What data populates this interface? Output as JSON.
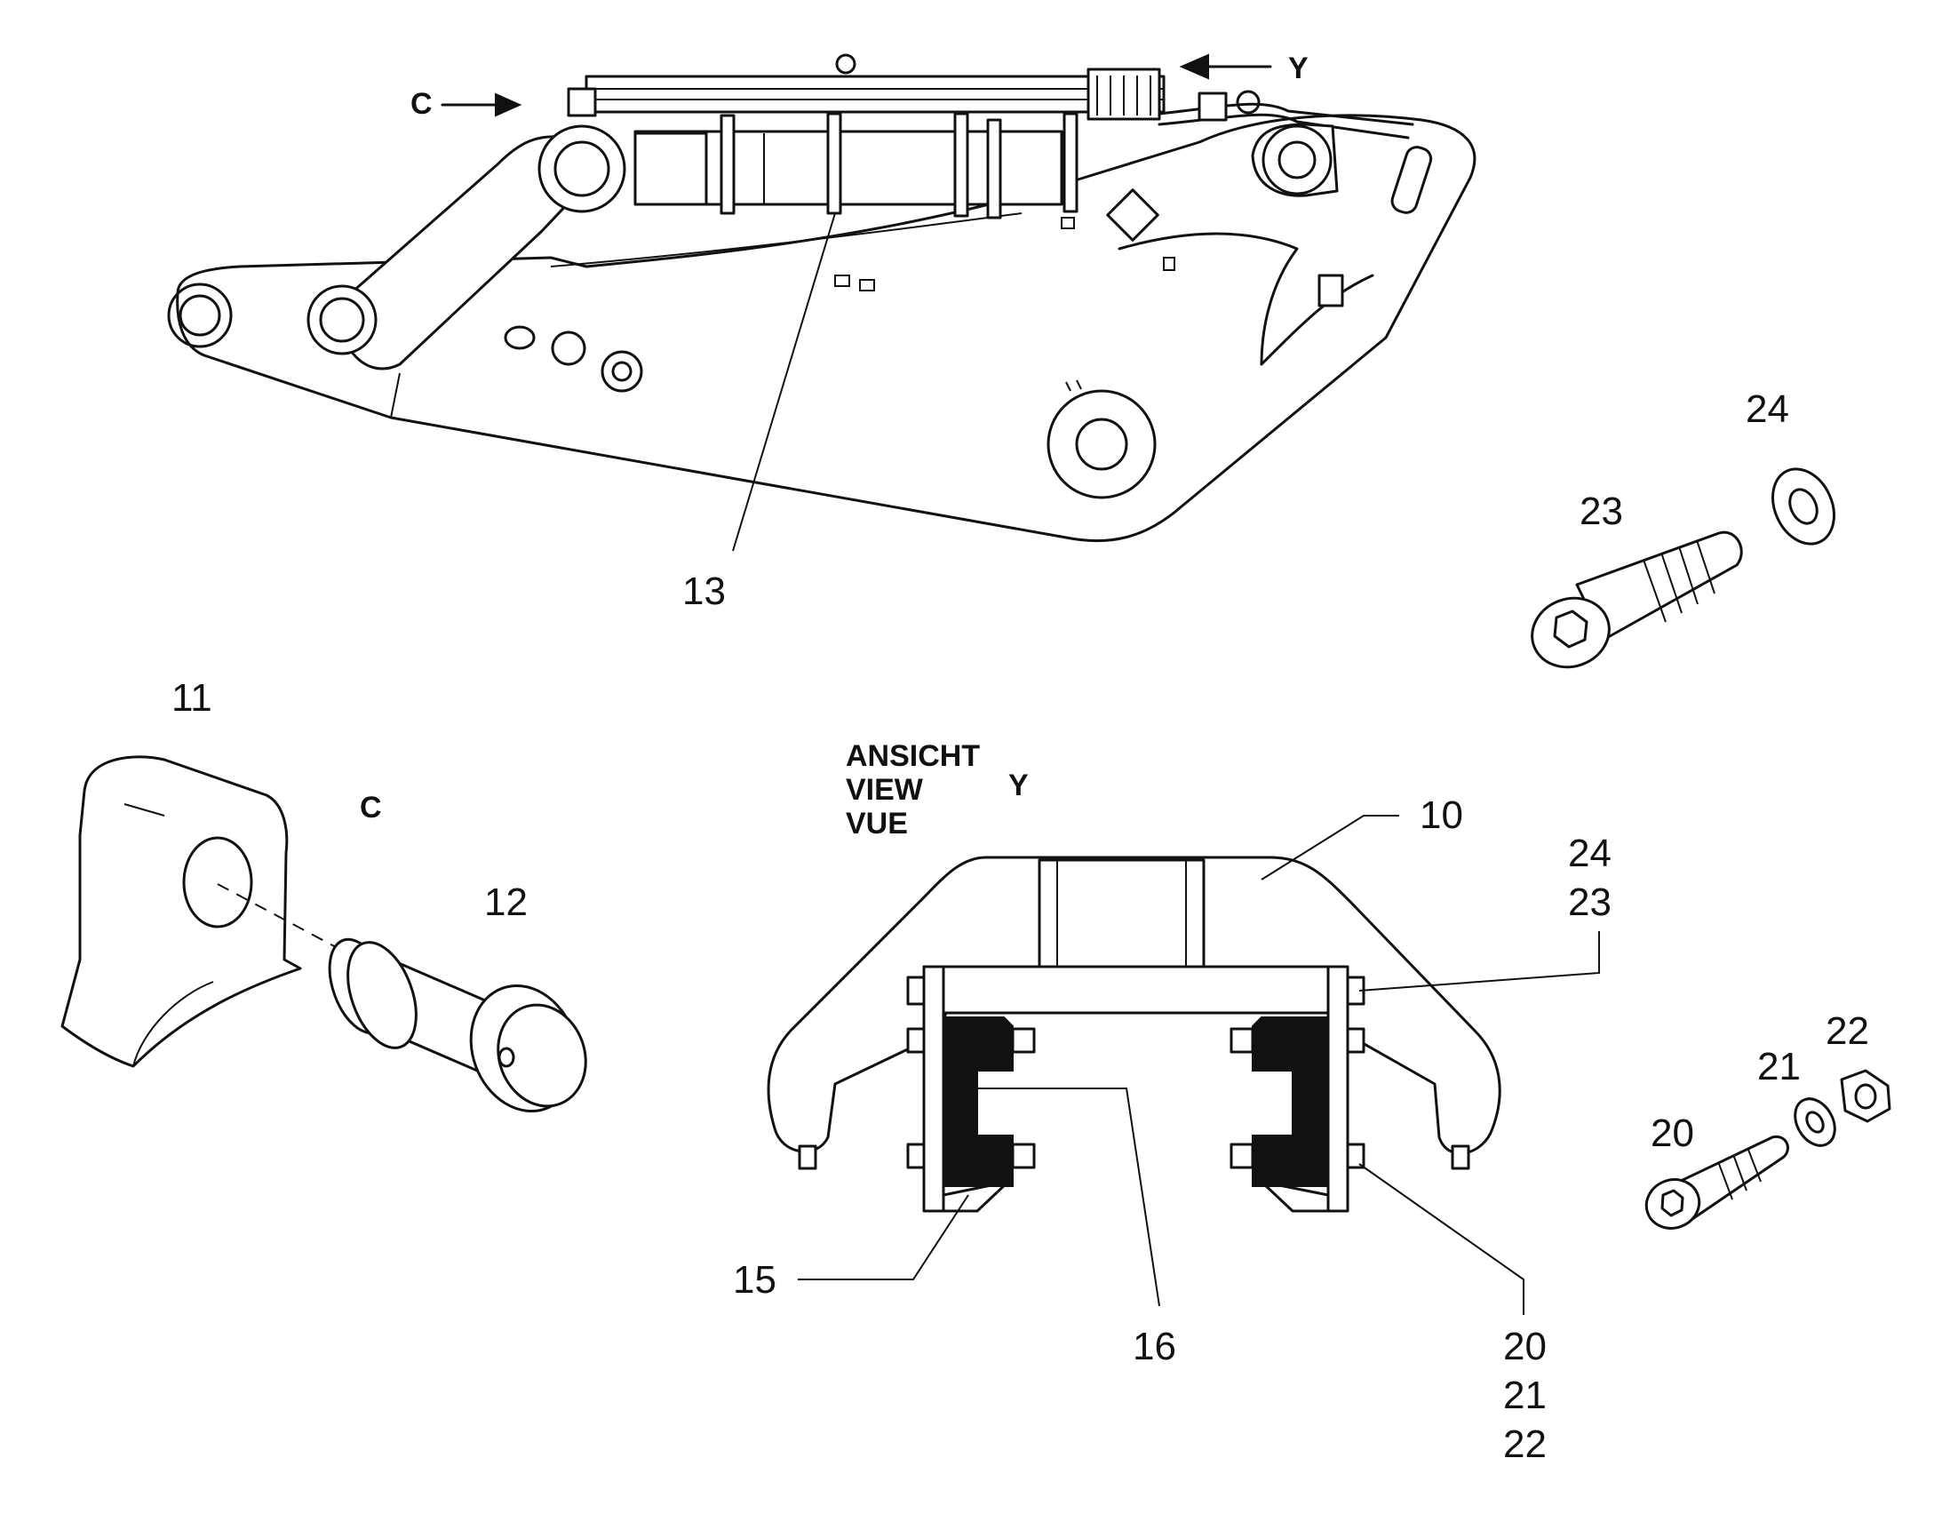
{
  "callouts": {
    "c10": "10",
    "c11": "11",
    "c12": "12",
    "c13": "13",
    "c15": "15",
    "c16": "16",
    "c20": "20",
    "c21": "21",
    "c22": "22",
    "c23": "23",
    "c24": "24",
    "c20_stack": "20",
    "c21_stack": "21",
    "c22_stack": "22",
    "c24_stack": "24",
    "c23_stack": "23"
  },
  "view_markers": {
    "c_arrow_label": "C",
    "y_arrow_label": "Y",
    "c_detail_label": "C",
    "view_y_letter": "Y"
  },
  "view_title": {
    "line1": "ANSICHT",
    "line2": "VIEW",
    "line3": "VUE"
  }
}
